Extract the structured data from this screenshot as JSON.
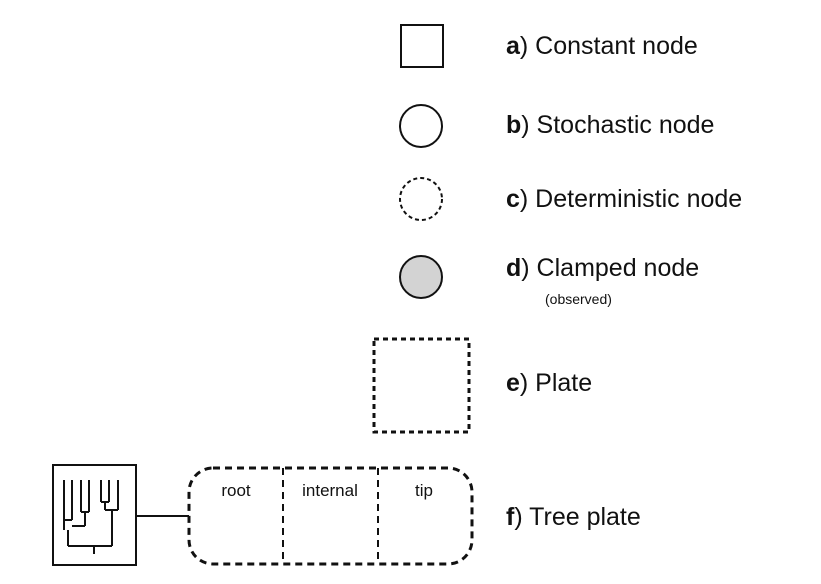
{
  "legend": [
    {
      "key": "a",
      "text": ") Constant node"
    },
    {
      "key": "b",
      "text": ") Stochastic node"
    },
    {
      "key": "c",
      "text": ") Deterministic node"
    },
    {
      "key": "d",
      "text": ") Clamped node",
      "note": "(observed)"
    },
    {
      "key": "e",
      "text": ") Plate"
    },
    {
      "key": "f",
      "text": ") Tree plate"
    }
  ],
  "tree_plate": {
    "sections": [
      "root",
      "internal",
      "tip"
    ]
  },
  "colors": {
    "stroke": "#111111",
    "clamped_fill": "#d3d3d3"
  }
}
